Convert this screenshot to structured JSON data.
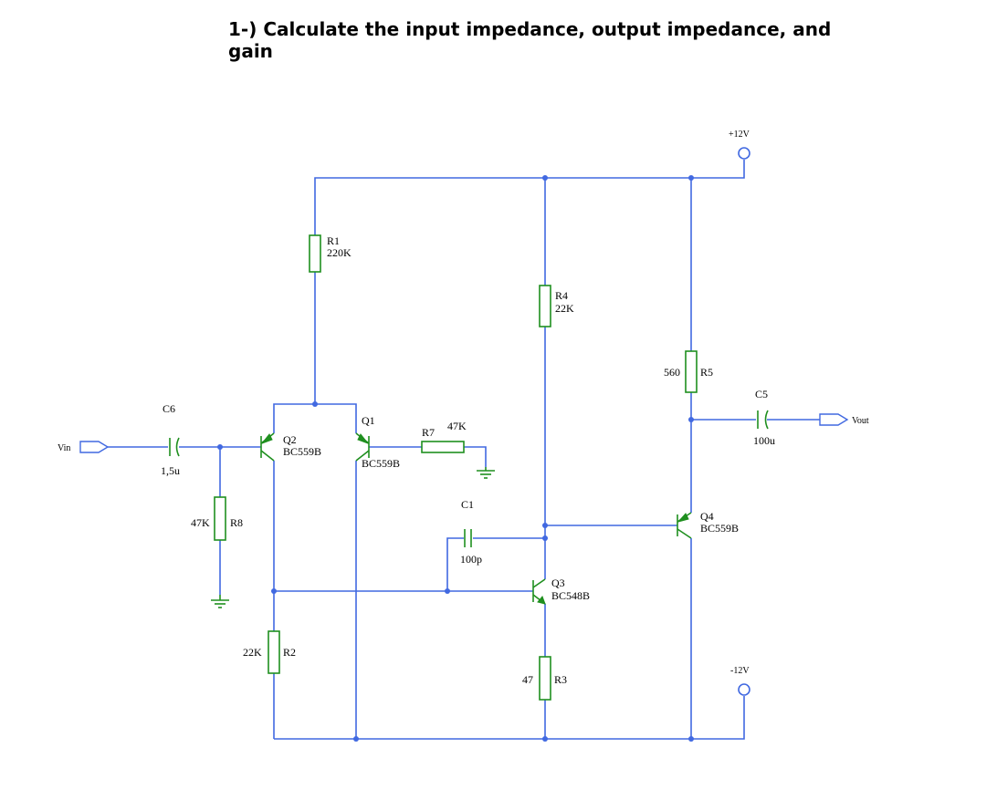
{
  "title": "1-) Calculate the input impedance, output impedance, and gain",
  "power": {
    "vcc": "+12V",
    "vee": "-12V"
  },
  "io": {
    "input": "Vin",
    "output": "Vout"
  },
  "components": {
    "c6": {
      "ref": "C6",
      "value": "1,5u"
    },
    "r8": {
      "ref": "R8",
      "value": "47K"
    },
    "q2": {
      "ref": "Q2",
      "model": "BC559B"
    },
    "r1": {
      "ref": "R1",
      "value": "220K"
    },
    "q1": {
      "ref": "Q1",
      "model": "BC559B"
    },
    "r7": {
      "ref": "R7",
      "value": "47K"
    },
    "c1": {
      "ref": "C1",
      "value": "100p"
    },
    "r2": {
      "ref": "R2",
      "value": "22K"
    },
    "r4": {
      "ref": "R4",
      "value": "22K"
    },
    "q3": {
      "ref": "Q3",
      "model": "BC548B"
    },
    "r3": {
      "ref": "R3",
      "value": "47"
    },
    "r5": {
      "ref": "R5",
      "value": "560"
    },
    "q4": {
      "ref": "Q4",
      "model": "BC559B"
    },
    "c5": {
      "ref": "C5",
      "value": "100u"
    }
  },
  "colors": {
    "wire": "#4169e1",
    "component": "#1f8f1f",
    "text": "#000000"
  }
}
